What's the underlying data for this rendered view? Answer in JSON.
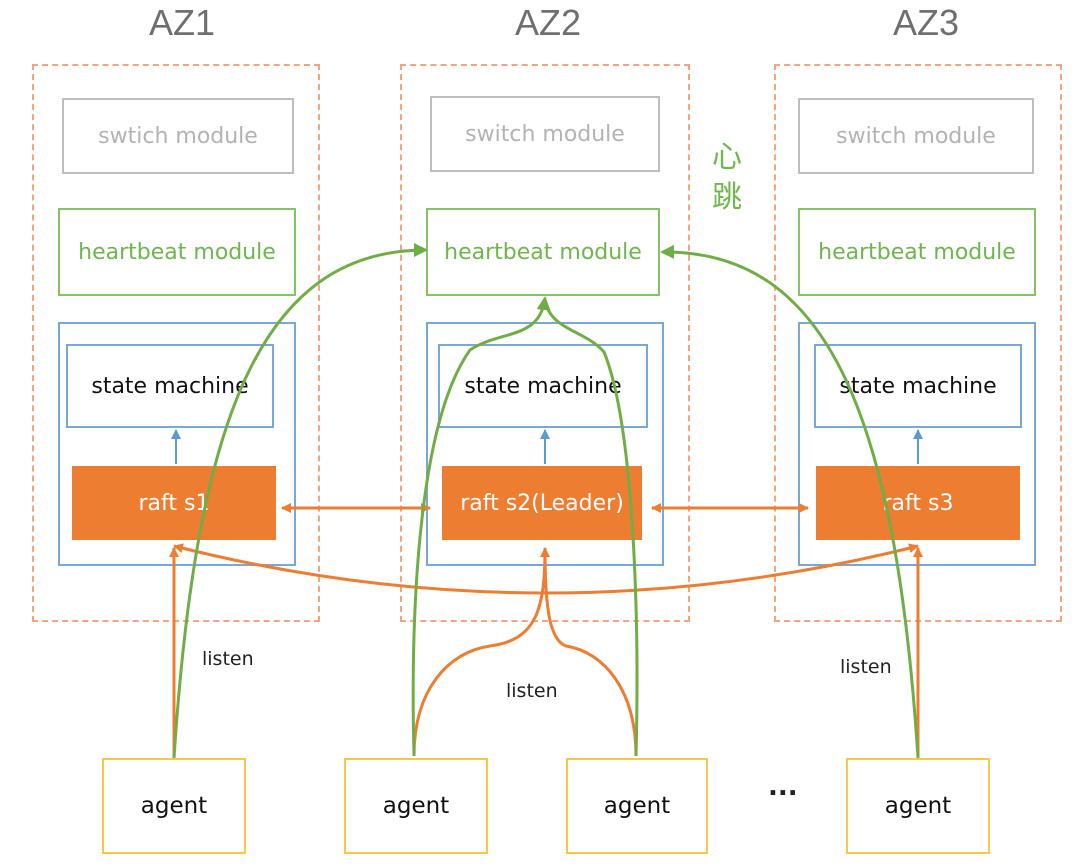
{
  "zones": [
    {
      "title": "AZ1",
      "switch": "swtich module",
      "heartbeat": "heartbeat module",
      "state": "state machine",
      "raft": "raft s1"
    },
    {
      "title": "AZ2",
      "switch": "switch module",
      "heartbeat": "heartbeat module",
      "state": "state machine",
      "raft": "raft s2(Leader)"
    },
    {
      "title": "AZ3",
      "switch": "switch module",
      "heartbeat": "heartbeat module",
      "state": "state machine",
      "raft": "raft s3"
    }
  ],
  "heartbeat_note": "心跳",
  "listen_labels": [
    "listen",
    "listen",
    "listen"
  ],
  "agents": [
    "agent",
    "agent",
    "agent",
    "agent"
  ],
  "ellipsis": "...",
  "colors": {
    "raft_fill": "#ed7d31",
    "orange_arrow": "#ed7d31",
    "green_arrow": "#70ad47",
    "blue_arrow": "#5b9bd5",
    "az_frame": "#f4a47e",
    "heartbeat_text": "#6fb54f",
    "agent_border": "#f6c94a"
  }
}
